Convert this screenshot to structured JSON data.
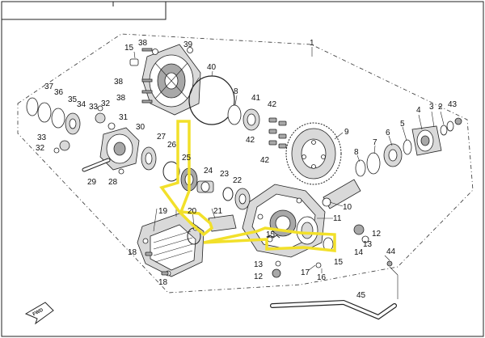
{
  "diagram": {
    "fwd_label": "FWD",
    "callouts": {
      "c1": "1",
      "c2": "2",
      "c3": "3",
      "c4": "4",
      "c5": "5",
      "c6": "6",
      "c7": "7",
      "c8a": "8",
      "c8b": "8",
      "c9": "9",
      "c10": "10",
      "c11": "11",
      "c12a": "12",
      "c12b": "12",
      "c13a": "13",
      "c13b": "13",
      "c14": "14",
      "c15a": "15",
      "c15b": "15",
      "c16": "16",
      "c17": "17",
      "c18a": "18",
      "c18b": "18",
      "c19": "19",
      "c20": "20",
      "c21": "21",
      "c22": "22",
      "c23": "23",
      "c24": "24",
      "c25": "25",
      "c26": "26",
      "c27": "27",
      "c28": "28",
      "c29": "29",
      "c30": "30",
      "c31": "31",
      "c32a": "32",
      "c32b": "32",
      "c33a": "33",
      "c33b": "33",
      "c34": "34",
      "c35": "35",
      "c36": "36",
      "c37": "37",
      "c38a": "38",
      "c38b": "38",
      "c38c": "38",
      "c39": "39",
      "c40": "40",
      "c41": "41",
      "c42a": "42",
      "c42b": "42",
      "c42c": "42",
      "c43": "43",
      "c44": "44",
      "c45": "45"
    }
  }
}
